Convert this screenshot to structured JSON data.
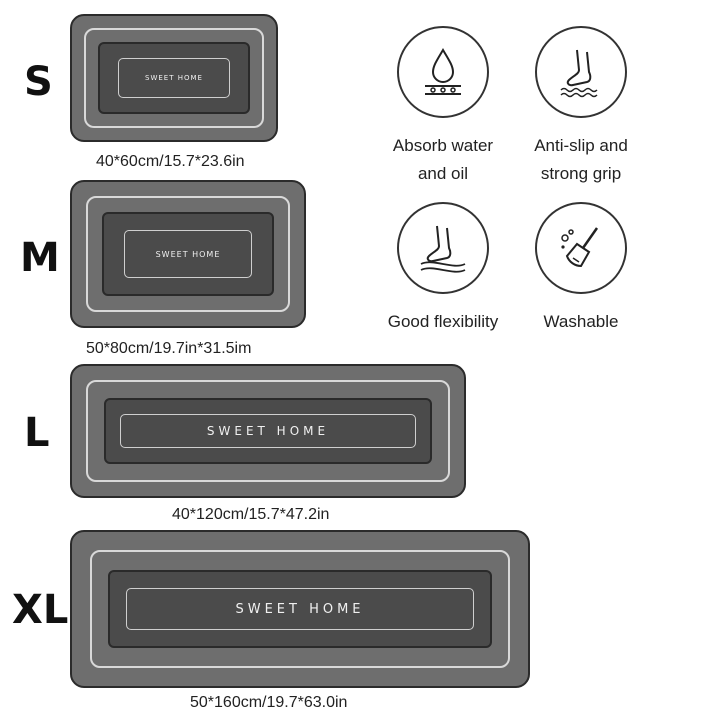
{
  "brand_text": "SWEET HOME",
  "sizes": [
    {
      "letter": "S",
      "dimensions": "40*60cm/15.7*23.6in"
    },
    {
      "letter": "M",
      "dimensions": "50*80cm/19.7in*31.5im"
    },
    {
      "letter": "L",
      "dimensions": "40*120cm/15.7*47.2in"
    },
    {
      "letter": "XL",
      "dimensions": "50*160cm/19.7*63.0in"
    }
  ],
  "features": [
    {
      "icon": "water-drop-icon",
      "label_line1": "Absorb water",
      "label_line2": "and oil"
    },
    {
      "icon": "foot-grip-icon",
      "label_line1": "Anti-slip and",
      "label_line2": "strong grip"
    },
    {
      "icon": "foot-flex-icon",
      "label_line1": "Good flexibility",
      "label_line2": ""
    },
    {
      "icon": "broom-icon",
      "label_line1": "Washable",
      "label_line2": ""
    }
  ],
  "colors": {
    "mat_outer": "#6e6e6e",
    "mat_inner": "#4b4b4b",
    "mat_stripe": "#d9d9d9"
  }
}
